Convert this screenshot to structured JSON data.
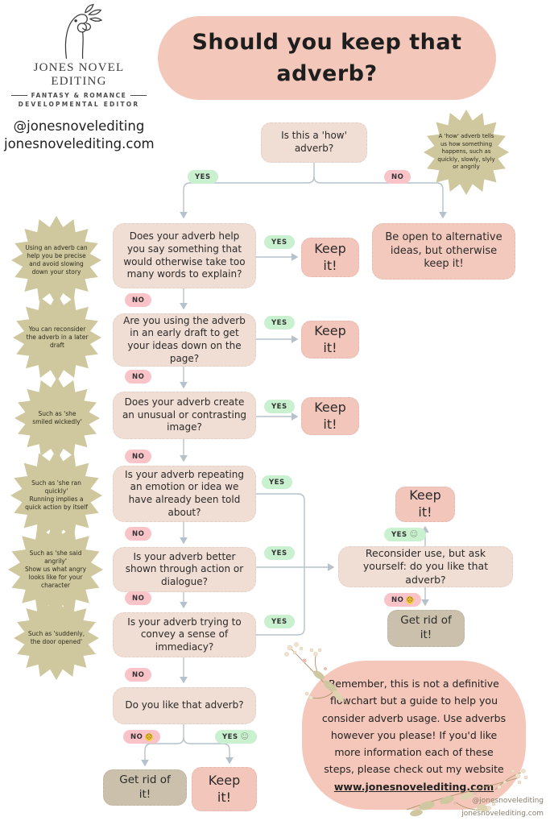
{
  "brand": {
    "name": "JONES NOVEL EDITING",
    "tagline_primary": "FANTASY & ROMANCE",
    "tagline_secondary": "DEVELOPMENTAL EDITOR",
    "instagram": "@jonesnovelediting",
    "website": "jonesnovelediting.com"
  },
  "title": "Should you keep that adverb?",
  "start_question": "Is this a 'how' adverb?",
  "how_note": "A 'how' adverb tells us how something happens, such as quickly, slowly, slyly or angrily",
  "questions": [
    "Does your adverb help you say something that would otherwise take too many words to explain?",
    "Are you using the adverb in an early draft to get your ideas down on the page?",
    "Does your adverb create an unusual or contrasting image?",
    "Is your adverb repeating an emotion or idea we have already been told about?",
    "Is your adverb better shown through action or dialogue?",
    "Is your adverb trying to convey a sense of immediacy?",
    "Do you like that adverb?"
  ],
  "starbursts": [
    "Using an adverb can help you be precise and avoid slowing down your story",
    "You can reconsider the adverb in a later draft",
    "Such as 'she smiled wickedly'",
    "Such as 'she ran quickly'\nRunning implies a quick action by itself",
    "Such as 'she said angrily'\nShow us what angry looks like for your character",
    "Such as 'suddenly, the door opened'"
  ],
  "outcomes": {
    "keep": "Keep it!",
    "be_open": "Be open to alternative ideas, but otherwise keep it!",
    "reconsider": "Reconsider use, but ask yourself: do you like that adverb?",
    "get_rid": "Get rid of it!"
  },
  "labels": {
    "yes": "YES",
    "no": "NO",
    "smiley": "☺",
    "sad": "☹"
  },
  "footer": {
    "text": "Remember, this is not a definitive flowchart but a guide to help you consider adverb usage. Use adverbs however you please! If you'd like more information each of these steps, please check out my website ",
    "link": "www.jonesnovelediting.com"
  },
  "watermark": {
    "instagram": "@jonesnovelediting",
    "website": "jonesnovelediting.com"
  },
  "colors": {
    "title_bubble": "#f3c8bb",
    "question_box": "#f0ddd3",
    "keep_box": "#f3c6bb",
    "get_rid_box": "#cbc0ac",
    "yes_pill": "#c9f0cf",
    "no_pill": "#f9c3c8",
    "starburst": "#cfc79d",
    "connector": "#b6c2cb"
  }
}
